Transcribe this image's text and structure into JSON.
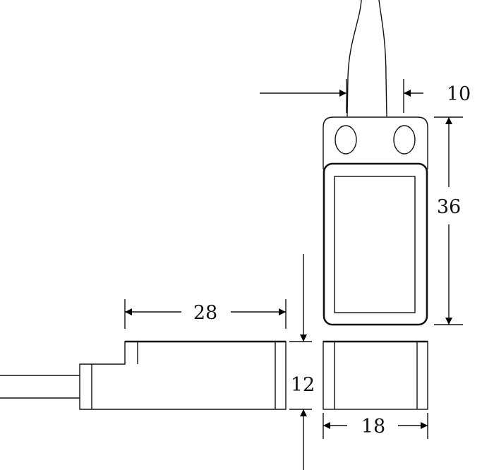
{
  "dimensions": {
    "cable_width": "10",
    "length_top": "36",
    "length_side": "28",
    "height": "12",
    "width": "18"
  },
  "colors": {
    "line": "#111111",
    "background": "#ffffff"
  }
}
